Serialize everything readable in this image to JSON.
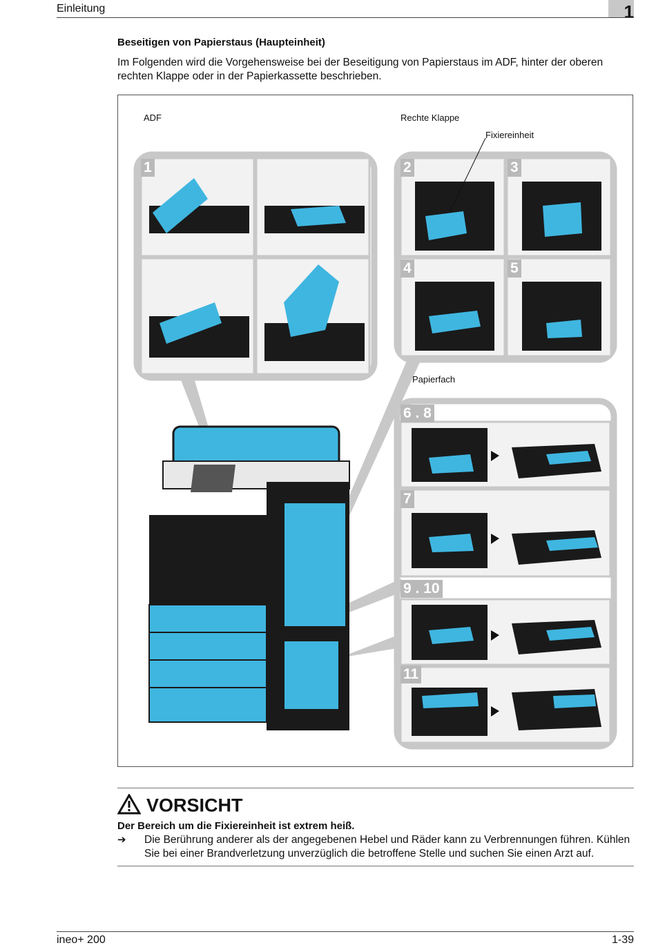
{
  "header": {
    "section": "Einleitung",
    "chapter": "1"
  },
  "section_title": "Beseitigen von Papierstaus (Haupteinheit)",
  "intro": "Im Folgenden wird die Vorgehensweise bei der Beseitigung von Papierstaus im ADF, hinter der oberen rechten Klappe oder in der Papierkassette beschrieben.",
  "figure": {
    "labels": {
      "adf": "ADF",
      "right_door": "Rechte Klappe",
      "fuser": "Fixiereinheit",
      "paper_tray": "Papierfach"
    },
    "steps": [
      "1",
      "2",
      "3",
      "4",
      "5",
      "6 . 8",
      "7",
      "9 . 10",
      "11"
    ],
    "colors": {
      "accent": "#3fb6e0",
      "panel": "#c8c8c8",
      "machine": "#1a1a1a"
    }
  },
  "caution": {
    "title": "VORSICHT",
    "icon": "warning-triangle-icon",
    "lead": "Der Bereich um die Fixiereinheit ist extrem heiß.",
    "arrow": "➔",
    "text": "Die Berührung anderer als der angegebenen Hebel und Räder kann zu Verbrennungen führen. Kühlen Sie bei einer Brandverletzung unverzüglich die betroffene Stelle und suchen Sie einen Arzt auf."
  },
  "footer": {
    "product": "ineo+ 200",
    "page": "1-39"
  }
}
